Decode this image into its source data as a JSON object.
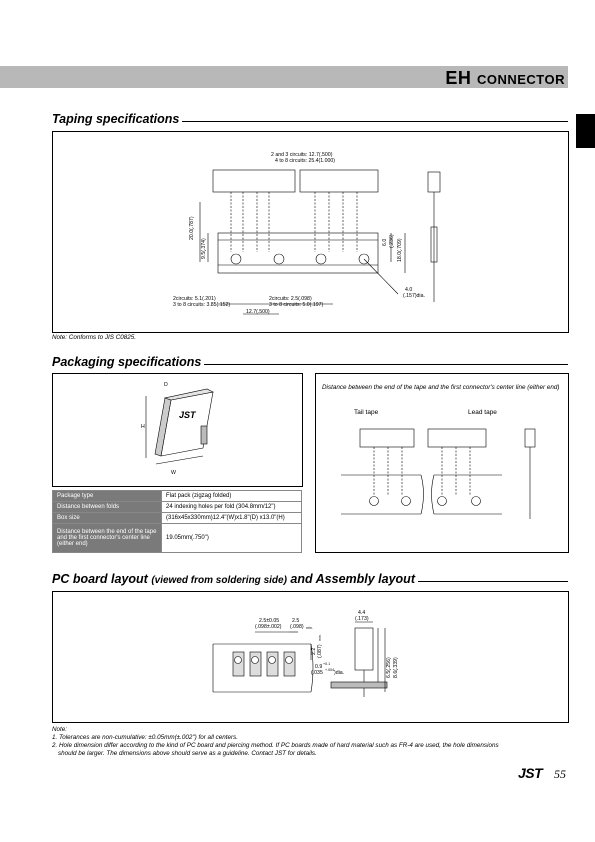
{
  "header": {
    "title_main": "EH",
    "title_rest": "CONNECTOR"
  },
  "taping": {
    "title": "Taping specifications",
    "note": "Note: Conforms to JIS C0825.",
    "dims": {
      "pitch_top_1": "2 and 3 circuits: 12.7(.500)",
      "pitch_top_2": "4 to 8 circuits: 25.4(1.000)",
      "h1": "20.0(.787)",
      "h2": "9.5(.374)",
      "r1": "6.0",
      "r2": "(.236)",
      "r3": "18.0(.709)",
      "hole1": "4.0",
      "hole2": "(.157)dia.",
      "b1": "2circuits: 5.1(.201)",
      "b2": "3 to 8 circuits: 3.85(.152)",
      "b3": "2circuits: 2.5(.098)",
      "b4": "3 to 8 circuits: 5.0(.197)",
      "b5": "12.7(.500)"
    }
  },
  "packaging": {
    "title": "Packaging specifications",
    "box_labels": {
      "d": "D",
      "h": "H",
      "w": "W",
      "logo": "JST"
    },
    "table": [
      {
        "k": "Package type",
        "v": "Flat pack (zigzag folded)"
      },
      {
        "k": "Distance between folds",
        "v": "24 indexing holes per fold (304.8mm/12\")"
      },
      {
        "k": "Box size",
        "v": "(316x45x330mm)12.4\"(W)x1.8\"(D) x13.0\"(H)"
      },
      {
        "k": "Distance between the end of the tape and the first connector's center line (either end)",
        "v": "19.05mm(.750\")"
      }
    ],
    "tape_caption": "Distance between the end of the tape and the first connector's center line (either end)",
    "tail_label": "Tail tape",
    "lead_label": "Lead tape"
  },
  "pcb": {
    "title_a": "PC board layout",
    "title_b": "(viewed from soldering side)",
    "title_c": "and Assembly layout",
    "dims": {
      "p1": "2.5±0.05",
      "p2": "(.098±.002)",
      "p3": "2.5",
      "p4": "(.098)",
      "p4b": "min.",
      "p5": "2.2",
      "p6": "(.087)",
      "p6b": "min.",
      "d1": "0.9",
      "d1s": "+0.1",
      "d2": "(.035",
      "d2s": "+.004",
      "d3": ")dia.",
      "a1": "4.4",
      "a2": "(.173)",
      "a3": "6.5(.256)",
      "a4": "8.6(.339)"
    }
  },
  "notes": {
    "label": "Note:",
    "n1": "1. Tolerances are non-cumulative: ±0.05mm(±.002\") for all centers.",
    "n2": "2. Hole dimension differ according to the kind of PC board and piercing method.  If PC boards made of hard material such as FR-4 are used, the hole dimensions",
    "n3": "should be larger.  The dimensions above should serve as a guideline.  Contact JST for details."
  },
  "footer": {
    "logo": "JST",
    "page": "55"
  }
}
